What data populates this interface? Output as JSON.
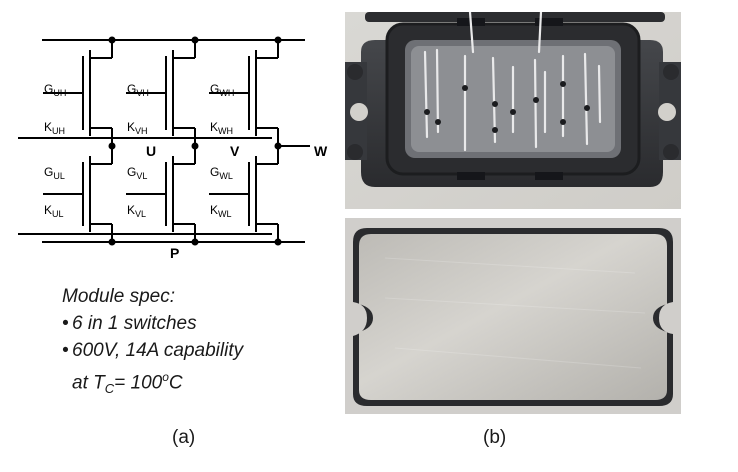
{
  "circuit": {
    "phase_labels": [
      "U",
      "V",
      "W"
    ],
    "bus_label": "P",
    "gates": [
      {
        "main": "G",
        "sub": "UH"
      },
      {
        "main": "G",
        "sub": "VH"
      },
      {
        "main": "G",
        "sub": "WH"
      },
      {
        "main": "G",
        "sub": "UL"
      },
      {
        "main": "G",
        "sub": "VL"
      },
      {
        "main": "G",
        "sub": "WL"
      }
    ],
    "kelvins": [
      {
        "main": "K",
        "sub": "UH"
      },
      {
        "main": "K",
        "sub": "VH"
      },
      {
        "main": "K",
        "sub": "WH"
      },
      {
        "main": "K",
        "sub": "UL"
      },
      {
        "main": "K",
        "sub": "VL"
      },
      {
        "main": "K",
        "sub": "WL"
      }
    ]
  },
  "spec": {
    "title": "Module spec:",
    "bullet_char": "•",
    "items": [
      "6 in 1 switches",
      "600V, 14A capability"
    ],
    "temp_prefix": "at T",
    "temp_sub": "C",
    "temp_mid": "= 100",
    "temp_sup": "o",
    "temp_unit": "C"
  },
  "captions": {
    "a": "(a)",
    "b": "(b)"
  },
  "colors": {
    "wire": "#000000",
    "text": "#1a1a1a",
    "housing": "#3a3c40",
    "lid": "#c9c7c2"
  }
}
